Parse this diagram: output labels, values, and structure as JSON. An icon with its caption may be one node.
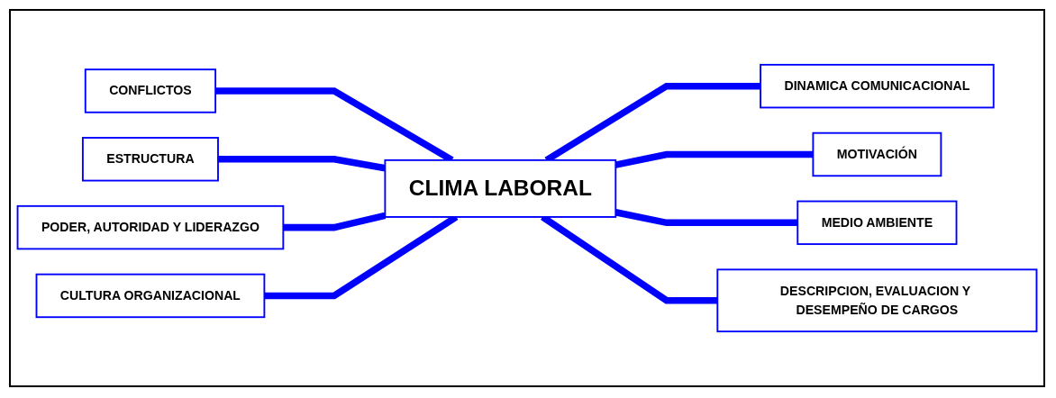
{
  "diagram": {
    "nodes": [
      {
        "text": [
          "CONFLICTOS"
        ]
      },
      {
        "text": [
          "ESTRUCTURA"
        ]
      },
      {
        "text": [
          "DINAMICA COMUNICACIONAL"
        ]
      },
      {
        "text": [
          "PODER, AUTORIDAD Y LIDERAZGO"
        ]
      },
      {
        "text": [
          "CLIMA LABORAL"
        ]
      },
      {
        "text": [
          "MOTIVACIÓN"
        ]
      },
      {
        "text": [
          "CULTURA ORGANIZACIONAL"
        ]
      },
      {
        "text": [
          "MEDIO AMBIENTE"
        ]
      },
      {
        "text": [
          "DESCRIPCION, EVALUACION Y DESEMPEÑO DE CARGOS"
        ]
      }
    ],
    "edges": [
      {
        "from": 0,
        "to": 4,
        "arrow": "none"
      },
      {
        "from": 1,
        "to": 4,
        "arrow": "none"
      },
      {
        "from": 3,
        "to": 4,
        "arrow": "none"
      },
      {
        "from": 6,
        "to": 4,
        "arrow": "none"
      },
      {
        "from": 4,
        "to": 2,
        "arrow": "none"
      },
      {
        "from": 4,
        "to": 5,
        "arrow": "none"
      },
      {
        "from": 4,
        "to": 7,
        "arrow": "none"
      },
      {
        "from": 4,
        "to": 8,
        "arrow": "none"
      }
    ]
  }
}
